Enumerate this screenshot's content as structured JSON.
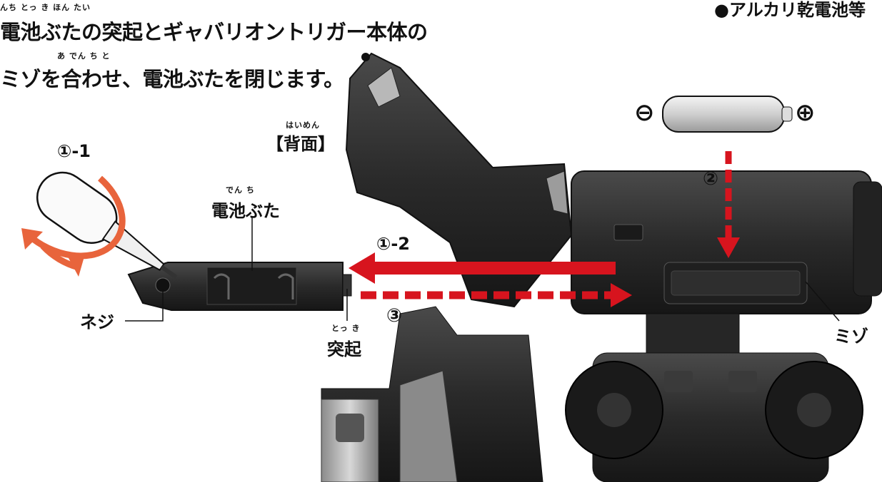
{
  "instruction": {
    "ruby1": "んち              とっ き                                              ほん たい",
    "line1": "電池ぶたの突起とギャバリオントリガー本体の",
    "ruby2": "あ                  でん ち                   と",
    "line2": "ミゾを合わせ、電池ぶたを閉じます。"
  },
  "top_right_note": "●アルカリ乾電池等",
  "view_label": {
    "ruby": "はいめん",
    "text": "【背面】"
  },
  "battery_cover_label": {
    "ruby": "でん ち",
    "text": "電池ぶた"
  },
  "screw_label": "ネジ",
  "bump_label": {
    "ruby": "とっ き",
    "text": "突起"
  },
  "groove_label": "ミゾ",
  "steps": {
    "step_1_1": "①-1",
    "step_1_2": "①-2",
    "step_2": "②",
    "step_3": "③"
  },
  "battery": {
    "minus": "⊖",
    "plus": "⊕"
  },
  "colors": {
    "arrow_red": "#d7141e",
    "rotate_orange": "#e8643c",
    "body_dark": "#2b2b2b"
  }
}
